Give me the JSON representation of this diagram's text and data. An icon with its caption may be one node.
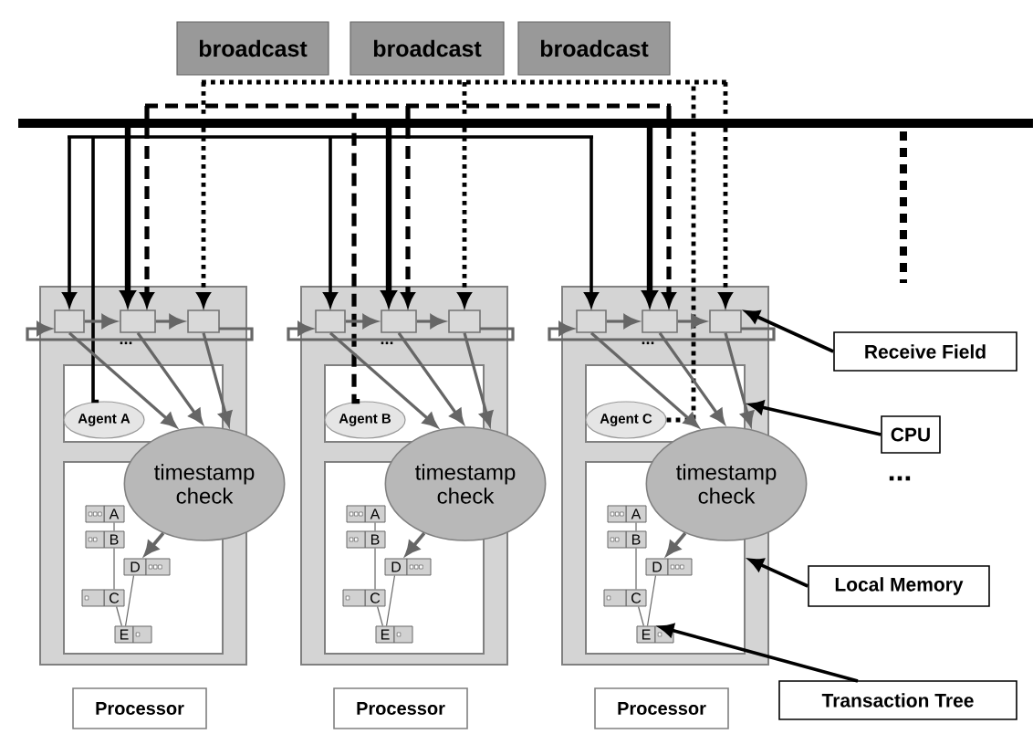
{
  "diagram": {
    "nodes": [
      {
        "text": [
          "broadcast"
        ]
      },
      {
        "text": [
          "broadcast"
        ]
      },
      {
        "text": [
          "broadcast"
        ]
      },
      {
        "text": [],
        "shape": "bar"
      },
      {
        "text": [],
        "shape": "box"
      },
      {
        "text": [],
        "shape": "box",
        "in": 4
      },
      {
        "text": [],
        "shape": "box",
        "in": 4
      },
      {
        "text": [],
        "shape": "box",
        "in": 4
      },
      {
        "text": [],
        "shape": "box",
        "in": 4
      },
      {
        "text": [
          "Agent A"
        ],
        "in": 8
      },
      {
        "text": [
          "timestamp check"
        ]
      },
      {
        "text": [],
        "shape": "box",
        "in": 4
      },
      {
        "text": [
          "A"
        ],
        "in": 11
      },
      {
        "text": [
          "B"
        ],
        "in": 11
      },
      {
        "text": [
          "D"
        ],
        "in": 11
      },
      {
        "text": [
          "C"
        ],
        "in": 11
      },
      {
        "text": [
          "E"
        ],
        "in": 11
      },
      {
        "text": [
          "Processor"
        ]
      },
      {
        "text": [],
        "shape": "box"
      },
      {
        "text": [],
        "shape": "box",
        "in": 18
      },
      {
        "text": [],
        "shape": "box",
        "in": 18
      },
      {
        "text": [],
        "shape": "box",
        "in": 18
      },
      {
        "text": [],
        "shape": "box",
        "in": 18
      },
      {
        "text": [
          "Agent B"
        ],
        "in": 22
      },
      {
        "text": [
          "timestamp check"
        ]
      },
      {
        "text": [],
        "shape": "box",
        "in": 18
      },
      {
        "text": [
          "A"
        ],
        "in": 25
      },
      {
        "text": [
          "B"
        ],
        "in": 25
      },
      {
        "text": [
          "D"
        ],
        "in": 25
      },
      {
        "text": [
          "C"
        ],
        "in": 25
      },
      {
        "text": [
          "E"
        ],
        "in": 25
      },
      {
        "text": [
          "Processor"
        ]
      },
      {
        "text": [],
        "shape": "box"
      },
      {
        "text": [],
        "shape": "box",
        "in": 32
      },
      {
        "text": [],
        "shape": "box",
        "in": 32
      },
      {
        "text": [],
        "shape": "box",
        "in": 32
      },
      {
        "text": [],
        "shape": "box",
        "in": 32
      },
      {
        "text": [
          "Agent C"
        ],
        "in": 36
      },
      {
        "text": [
          "timestamp check"
        ]
      },
      {
        "text": [],
        "shape": "box",
        "in": 32
      },
      {
        "text": [
          "A"
        ],
        "in": 39
      },
      {
        "text": [
          "B"
        ],
        "in": 39
      },
      {
        "text": [
          "D"
        ],
        "in": 39
      },
      {
        "text": [
          "C"
        ],
        "in": 39
      },
      {
        "text": [
          "E"
        ],
        "in": 39
      },
      {
        "text": [
          "Processor"
        ]
      },
      {
        "text": [
          "Receive Field"
        ]
      },
      {
        "text": [
          "CPU"
        ]
      },
      {
        "text": [
          "Local Memory"
        ]
      },
      {
        "text": [
          "Transaction Tree"
        ]
      }
    ],
    "edges": [
      {
        "from": 9,
        "to": 5,
        "arrow": "to",
        "color": "#000000"
      },
      {
        "from": 9,
        "to": 19,
        "arrow": "to",
        "color": "#000000"
      },
      {
        "from": 9,
        "to": 33,
        "arrow": "to",
        "color": "#000000"
      },
      {
        "from": 23,
        "to": 6,
        "arrow": "to",
        "style": "dashed",
        "color": "#000000"
      },
      {
        "from": 23,
        "to": 20,
        "arrow": "to",
        "style": "dashed",
        "color": "#000000"
      },
      {
        "from": 23,
        "to": 34,
        "arrow": "to",
        "style": "dashed",
        "color": "#000000"
      },
      {
        "from": 37,
        "to": 7,
        "arrow": "to",
        "style": "dashed",
        "color": "#000000"
      },
      {
        "from": 37,
        "to": 21,
        "arrow": "to",
        "style": "dashed",
        "color": "#000000"
      },
      {
        "from": 37,
        "to": 35,
        "arrow": "to",
        "style": "dashed",
        "color": "#000000"
      },
      {
        "from": 3,
        "to": 6,
        "arrow": "to",
        "style": "thick",
        "color": "#000000"
      },
      {
        "from": 3,
        "to": 20,
        "arrow": "to",
        "style": "thick",
        "color": "#000000"
      },
      {
        "from": 3,
        "to": 34,
        "arrow": "to",
        "style": "thick",
        "color": "#000000"
      },
      {
        "from": 5,
        "to": 6,
        "arrow": "to"
      },
      {
        "from": 6,
        "to": 7,
        "arrow": "to"
      },
      {
        "from": 7,
        "to": 5,
        "arrow": "to"
      },
      {
        "from": 5,
        "to": 10,
        "arrow": "to"
      },
      {
        "from": 6,
        "to": 10,
        "arrow": "to"
      },
      {
        "from": 7,
        "to": 10,
        "arrow": "to"
      },
      {
        "from": 10,
        "to": 14,
        "arrow": "to"
      },
      {
        "from": 12,
        "to": 13,
        "arrow": "none"
      },
      {
        "from": 13,
        "to": 15,
        "arrow": "none"
      },
      {
        "from": 15,
        "to": 16,
        "arrow": "none"
      },
      {
        "from": 14,
        "to": 16,
        "arrow": "none"
      },
      {
        "from": 19,
        "to": 20,
        "arrow": "to"
      },
      {
        "from": 20,
        "to": 21,
        "arrow": "to"
      },
      {
        "from": 21,
        "to": 19,
        "arrow": "to"
      },
      {
        "from": 19,
        "to": 24,
        "arrow": "to"
      },
      {
        "from": 20,
        "to": 24,
        "arrow": "to"
      },
      {
        "from": 21,
        "to": 24,
        "arrow": "to"
      },
      {
        "from": 24,
        "to": 28,
        "arrow": "to"
      },
      {
        "from": 26,
        "to": 27,
        "arrow": "none"
      },
      {
        "from": 27,
        "to": 29,
        "arrow": "none"
      },
      {
        "from": 29,
        "to": 30,
        "arrow": "none"
      },
      {
        "from": 28,
        "to": 30,
        "arrow": "none"
      },
      {
        "from": 33,
        "to": 34,
        "arrow": "to"
      },
      {
        "from": 34,
        "to": 35,
        "arrow": "to"
      },
      {
        "from": 35,
        "to": 33,
        "arrow": "to"
      },
      {
        "from": 33,
        "to": 38,
        "arrow": "to"
      },
      {
        "from": 34,
        "to": 38,
        "arrow": "to"
      },
      {
        "from": 35,
        "to": 38,
        "arrow": "to"
      },
      {
        "from": 38,
        "to": 42,
        "arrow": "to"
      },
      {
        "from": 40,
        "to": 41,
        "arrow": "none"
      },
      {
        "from": 41,
        "to": 43,
        "arrow": "none"
      },
      {
        "from": 43,
        "to": 44,
        "arrow": "none"
      },
      {
        "from": 42,
        "to": 44,
        "arrow": "none"
      },
      {
        "from": 46,
        "to": 35,
        "arrow": "to",
        "color": "#000000"
      },
      {
        "from": 47,
        "to": 36,
        "arrow": "to",
        "color": "#000000"
      },
      {
        "from": 48,
        "to": 39,
        "arrow": "to",
        "color": "#000000"
      },
      {
        "from": 49,
        "to": 44,
        "arrow": "to",
        "color": "#000000"
      }
    ],
    "labels": [
      "...",
      "...",
      "...",
      "..."
    ]
  }
}
